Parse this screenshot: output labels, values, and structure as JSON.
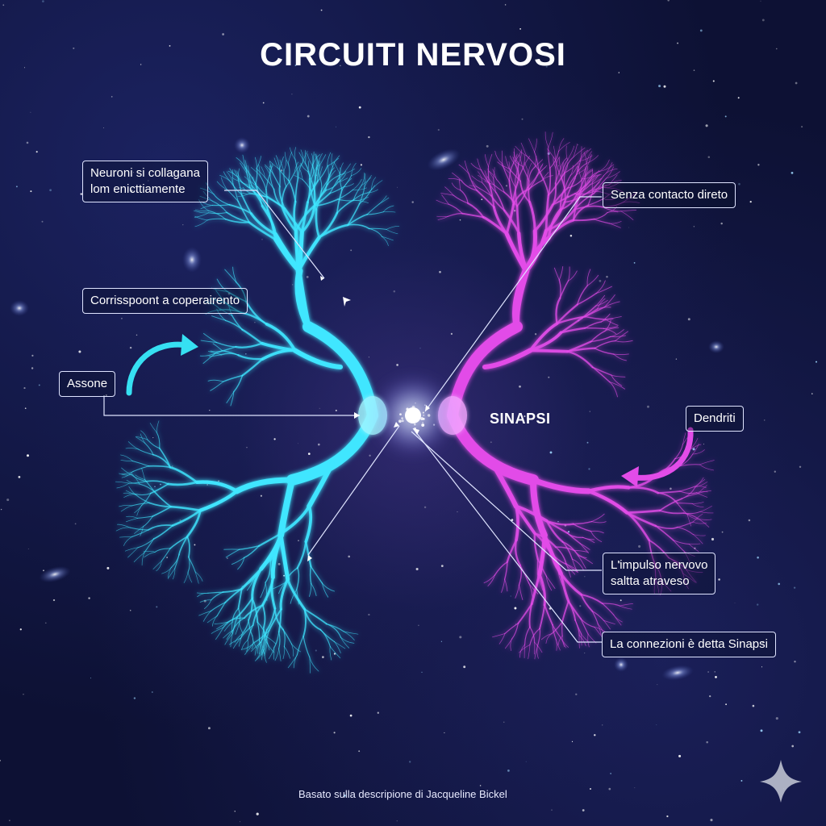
{
  "title": "CIRCUITI NERVOSI",
  "labels": {
    "neuroni": {
      "line1": "Neuroni si collagana",
      "line2": "lom enicttiamente"
    },
    "corrisp": {
      "text": "Corrisspoont a coperairento"
    },
    "assone": {
      "text": "Assone"
    },
    "senza": {
      "text": "Senza contacto direto"
    },
    "dendriti": {
      "text": "Dendriti"
    },
    "impulso": {
      "line1": "L'impulso nervovo",
      "line2": "saltta atraveso"
    },
    "connessione": {
      "text": "La connezioni è detta Sinapsi"
    }
  },
  "synapse_label": "SINAPSI",
  "footer": "Basato sulla descripione di Jacqueline Bickel",
  "colors": {
    "background": "#0d1134",
    "left_neuron": "#3fe6ff",
    "right_neuron": "#e24ce8",
    "text": "#ffffff"
  },
  "icons": [
    "cyan-curved-arrow-icon",
    "magenta-curved-arrow-icon",
    "sparkle-icon"
  ]
}
